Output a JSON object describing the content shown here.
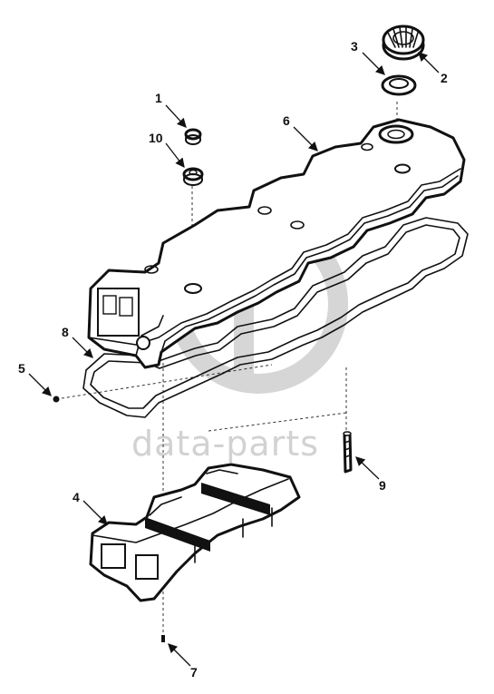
{
  "watermark": {
    "text": "data-parts"
  },
  "callouts": [
    {
      "id": "1",
      "text": "1"
    },
    {
      "id": "2",
      "text": "2"
    },
    {
      "id": "3",
      "text": "3"
    },
    {
      "id": "4",
      "text": "4"
    },
    {
      "id": "5",
      "text": "5"
    },
    {
      "id": "6",
      "text": "6"
    },
    {
      "id": "7",
      "text": "7"
    },
    {
      "id": "8",
      "text": "8"
    },
    {
      "id": "9",
      "text": "9"
    },
    {
      "id": "10",
      "text": "10"
    }
  ],
  "colors": {
    "line": "#111111",
    "watermark": "#d2d2d2",
    "background": "#ffffff"
  }
}
